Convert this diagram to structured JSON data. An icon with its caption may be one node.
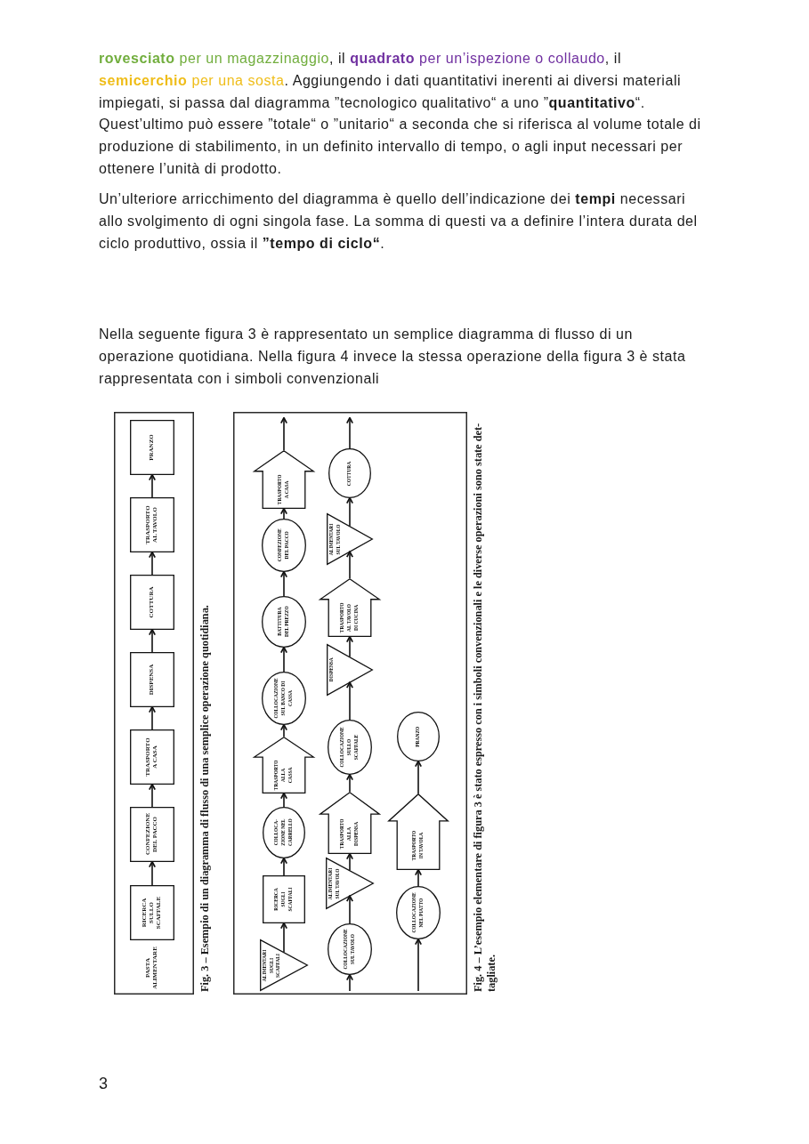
{
  "diagram": {
    "nodes": [
      {
        "text": [
          "RICERCA SULLO SCAFFALE"
        ]
      },
      {
        "text": [
          "CONFEZIONE DEL PACCO"
        ]
      },
      {
        "text": [
          "TRASPORTO A CASA"
        ]
      },
      {
        "text": [
          "DISPENSA"
        ]
      },
      {
        "text": [
          "COTTURA"
        ]
      },
      {
        "text": [
          "TRASPORTO AL TAVOLO"
        ]
      },
      {
        "text": [
          "PRANZO"
        ]
      },
      {
        "text": [
          "ALIMENTARI SUGLI SCAFFALI"
        ]
      },
      {
        "text": [
          "RICERCA SUGLI SCAFFALI"
        ]
      },
      {
        "text": [
          "COLLOCA-ZIONE NEL CARRELLO"
        ]
      },
      {
        "text": [
          "TRASPORTO ALLA CASSA"
        ]
      },
      {
        "text": [
          "COLLOCAZIONE SUL BANCO DI CASSA"
        ]
      },
      {
        "text": [
          "BATTITURA DEL PREZZO"
        ]
      },
      {
        "text": [
          "CONFEZIONE DEL PACCO"
        ]
      },
      {
        "text": [
          "TRASPORTO A CASA"
        ]
      },
      {
        "text": [
          "COLLOCAZIONE SUL TAVOLO"
        ]
      },
      {
        "text": [
          "ALIMENTARI SUL TAVOLO"
        ]
      },
      {
        "text": [
          "TRASPORTO ALLA DISPENSA"
        ]
      },
      {
        "text": [
          "COLLOCAZIONE SULLO SCAFFALE"
        ]
      },
      {
        "text": [
          "DISPENSA"
        ]
      },
      {
        "text": [
          "TRASPORTO AL TAVOLO DI CUCINA"
        ]
      },
      {
        "text": [
          "ALIMENTARI SUL TAVOLO"
        ]
      },
      {
        "text": [
          "COTTURA"
        ]
      },
      {
        "text": [
          "COLLOCAZIONE NEL PIATTO"
        ]
      },
      {
        "text": [
          "TRASPORTO IN TAVOLA"
        ]
      },
      {
        "text": [
          "PRANZO"
        ]
      }
    ],
    "edges": [
      {
        "from": 0,
        "to": 1,
        "arrow": "to"
      },
      {
        "from": 1,
        "to": 2,
        "arrow": "to"
      },
      {
        "from": 2,
        "to": 3,
        "arrow": "to"
      },
      {
        "from": 3,
        "to": 4,
        "arrow": "to"
      },
      {
        "from": 4,
        "to": 5,
        "arrow": "to"
      },
      {
        "from": 5,
        "to": 6,
        "arrow": "to"
      },
      {
        "from": 7,
        "to": 8,
        "arrow": "to"
      },
      {
        "from": 8,
        "to": 9,
        "arrow": "to"
      },
      {
        "from": 9,
        "to": 10,
        "arrow": "to"
      },
      {
        "from": 10,
        "to": 11,
        "arrow": "to"
      },
      {
        "from": 11,
        "to": 12,
        "arrow": "to"
      },
      {
        "from": 12,
        "to": 13,
        "arrow": "to"
      },
      {
        "from": 13,
        "to": 14,
        "arrow": "to"
      },
      {
        "from": 14,
        "to": null,
        "arrow": "to"
      },
      {
        "from": null,
        "to": 15,
        "arrow": "to"
      },
      {
        "from": 15,
        "to": 16,
        "arrow": "to"
      },
      {
        "from": 16,
        "to": 17,
        "arrow": "to"
      },
      {
        "from": 17,
        "to": 18,
        "arrow": "to"
      },
      {
        "from": 18,
        "to": 19,
        "arrow": "to"
      },
      {
        "from": 19,
        "to": 20,
        "arrow": "to"
      },
      {
        "from": 20,
        "to": 21,
        "arrow": "to"
      },
      {
        "from": 21,
        "to": 22,
        "arrow": "to"
      },
      {
        "from": 22,
        "to": null,
        "arrow": "to"
      },
      {
        "from": null,
        "to": 23,
        "arrow": "to"
      },
      {
        "from": 23,
        "to": 24,
        "arrow": "to"
      },
      {
        "from": 24,
        "to": 25,
        "arrow": "to"
      }
    ],
    "labels": [
      "**rovesciato** per un magazzinaggio, il **quadrato** per un’ispezione o collaudo, il **semicerchio** per una sosta. Aggiungendo i dati quantitativi inerenti ai diversi materiali impiegati, si passa dal diagramma ”tecnologico qualitativo“ a uno ”**quantitativo**“. Quest’ultimo può essere ”totale“ o ”unitario“ a seconda che si riferisca al volume totale di produzione di stabilimento, in un definito intervallo di tempo, o agli input necessari per ottenere l’unità di prodotto.",
      "Un’ulteriore arricchimento del diagramma è quello dell’indicazione dei **tempi** necessari allo svolgimento di ogni singola fase. La somma di questi va a definire l’intera durata del ciclo produttivo, ossia il **”tempo di ciclo“**.",
      "Nella seguente figura 3 è rappresentato un semplice diagramma di flusso di un operazione quotidiana. Nella figura 4 invece la stessa operazione della figura 3 è stata rappresentata con i simboli convenzionali",
      "PASTA ALIMENTARE",
      "Fig. 3 – Esempio di un diagramma di flusso di una semplice operazione quotidiana.",
      "Fig. 4 – L’esempio elementare di figura 3 è stato espresso con i simboli convenzionali e le diverse operazioni sono state det-tagliate.",
      "3"
    ]
  }
}
